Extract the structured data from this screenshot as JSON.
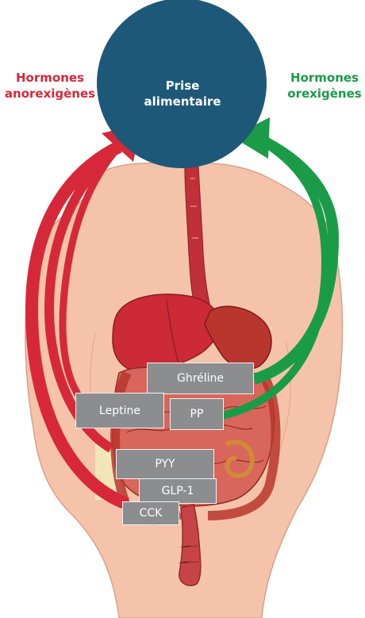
{
  "center": {
    "line1": "Prise",
    "line2": "alimentaire"
  },
  "left_label": {
    "line1": "Hormones",
    "line2": "anorexigènes",
    "color": "#d62839"
  },
  "right_label": {
    "line1": "Hormones",
    "line2": "orexigènes",
    "color": "#1a9b48"
  },
  "colors": {
    "circle": "#1e5879",
    "body": "#f4c3aa",
    "body_outline": "#d9a189"
  },
  "hormones": {
    "ghreline": "Ghréline",
    "leptine": "Leptine",
    "pp": "PP",
    "pyy": "PYY",
    "glp1": "GLP-1",
    "cck": "CCK"
  }
}
